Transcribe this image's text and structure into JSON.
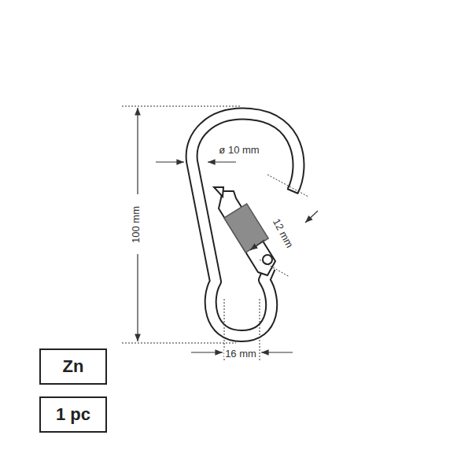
{
  "diagram": {
    "nodes": [
      {
        "text": [
          "Zn"
        ]
      },
      {
        "text": [
          "1 pc"
        ]
      }
    ],
    "labels": [
      "ø 10 mm",
      "12 mm",
      "100 mm",
      "16 mm"
    ]
  }
}
